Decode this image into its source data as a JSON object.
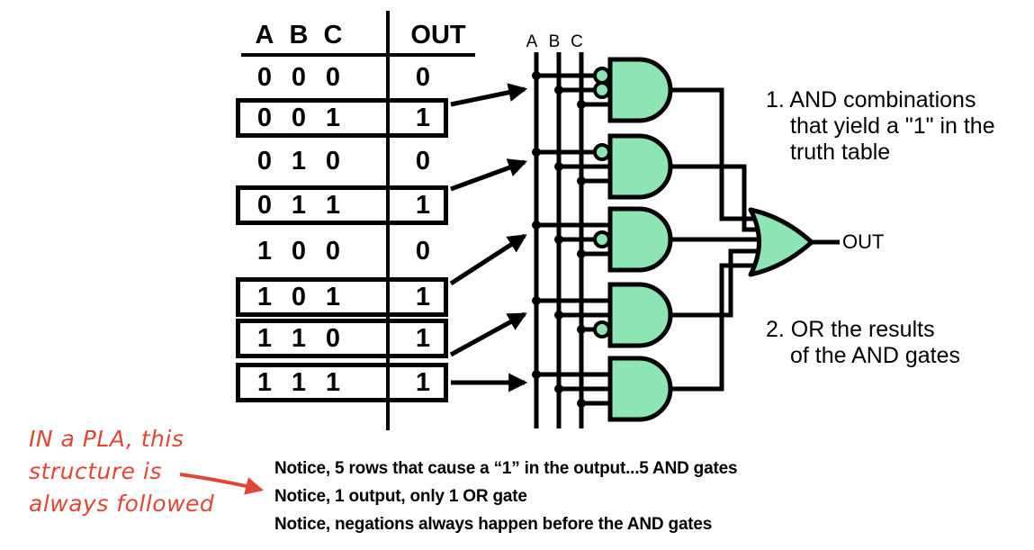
{
  "truth_table": {
    "headers": {
      "a": "A",
      "b": "B",
      "c": "C",
      "out": "OUT"
    },
    "rows": [
      {
        "a": "0",
        "b": "0",
        "c": "0",
        "out": "0",
        "boxed": false
      },
      {
        "a": "0",
        "b": "0",
        "c": "1",
        "out": "1",
        "boxed": true
      },
      {
        "a": "0",
        "b": "1",
        "c": "0",
        "out": "0",
        "boxed": false
      },
      {
        "a": "0",
        "b": "1",
        "c": "1",
        "out": "1",
        "boxed": true
      },
      {
        "a": "1",
        "b": "0",
        "c": "0",
        "out": "0",
        "boxed": false
      },
      {
        "a": "1",
        "b": "0",
        "c": "1",
        "out": "1",
        "boxed": true
      },
      {
        "a": "1",
        "b": "1",
        "c": "0",
        "out": "1",
        "boxed": true
      },
      {
        "a": "1",
        "b": "1",
        "c": "1",
        "out": "1",
        "boxed": true
      }
    ]
  },
  "circuit": {
    "input_labels": [
      "A",
      "B",
      "C"
    ],
    "output_label": "OUT",
    "gate_fill": "#8CE5B3",
    "and_gates": [
      {
        "negated_inputs": [
          true,
          true,
          false
        ]
      },
      {
        "negated_inputs": [
          true,
          false,
          false
        ]
      },
      {
        "negated_inputs": [
          false,
          true,
          false
        ]
      },
      {
        "negated_inputs": [
          false,
          false,
          true
        ]
      },
      {
        "negated_inputs": [
          false,
          false,
          false
        ]
      }
    ],
    "or_gate_input_count": 5
  },
  "annotations": {
    "note1": [
      "1. AND combinations",
      "that yield a \"1\" in the",
      "truth table"
    ],
    "note2": [
      "2. OR the results",
      "of the AND gates"
    ],
    "notices": [
      "Notice, 5 rows that cause a “1” in the output...5 AND gates",
      "Notice, 1 output, only 1 OR gate",
      "Notice, negations always happen before the AND gates"
    ],
    "handwritten_note": [
      "IN a PLA, this",
      "structure is",
      "always followed"
    ],
    "handwritten_color": "#e04638"
  }
}
